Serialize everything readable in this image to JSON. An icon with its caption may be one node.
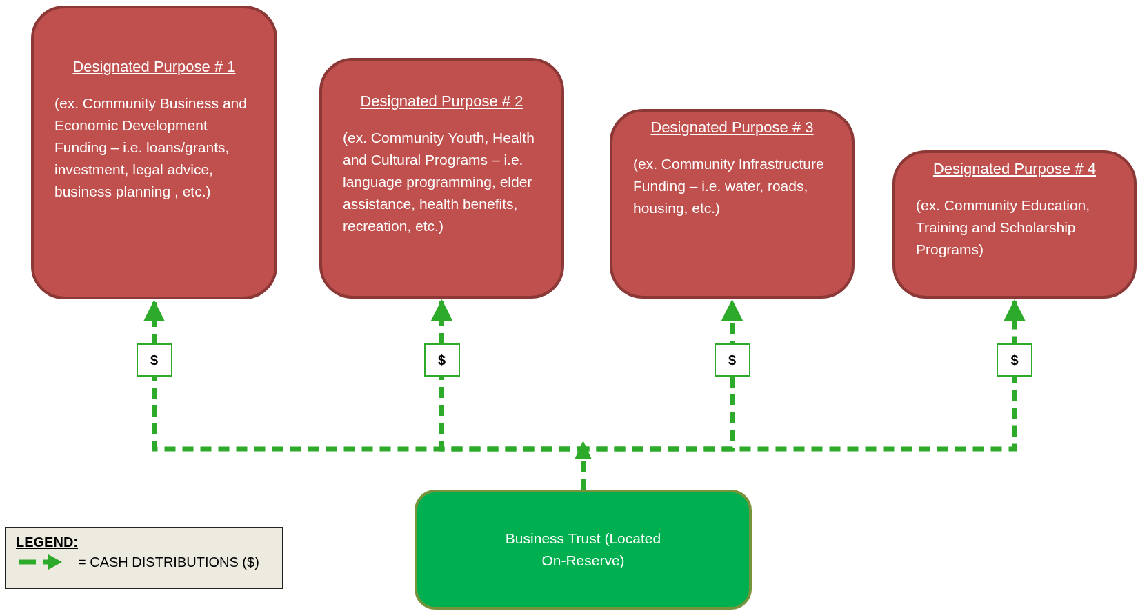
{
  "diagram": {
    "nodes": [
      {
        "text": [
          "Designated Purpose # 1",
          "(ex. Community Business and Economic Development Funding – i.e. loans/grants, investment, legal advice, business planning , etc.)"
        ]
      },
      {
        "text": [
          "Designated Purpose # 2",
          "(ex. Community Youth, Health and Cultural Programs – i.e. language programming, elder assistance, health benefits, recreation, etc.)"
        ]
      },
      {
        "text": [
          "Designated Purpose # 3",
          "(ex.  Community Infrastructure Funding – i.e. water, roads, housing, etc.)"
        ]
      },
      {
        "text": [
          "Designated Purpose # 4",
          "(ex. Community Education, Training and Scholarship Programs)"
        ]
      },
      {
        "text": [
          "Business Trust (Located On-Reserve)"
        ]
      }
    ],
    "edges": [
      {
        "from": 4,
        "to": 0,
        "arrow": "to",
        "label": "$",
        "style": "dashed"
      },
      {
        "from": 4,
        "to": 1,
        "arrow": "to",
        "label": "$",
        "style": "dashed"
      },
      {
        "from": 4,
        "to": 2,
        "arrow": "to",
        "label": "$",
        "style": "dashed"
      },
      {
        "from": 4,
        "to": 3,
        "arrow": "to",
        "label": "$",
        "style": "dashed"
      }
    ],
    "labels": [
      "LEGEND:"
    ],
    "legend": [
      {
        "text": "= CASH DISTRIBUTIONS ($)"
      }
    ]
  }
}
